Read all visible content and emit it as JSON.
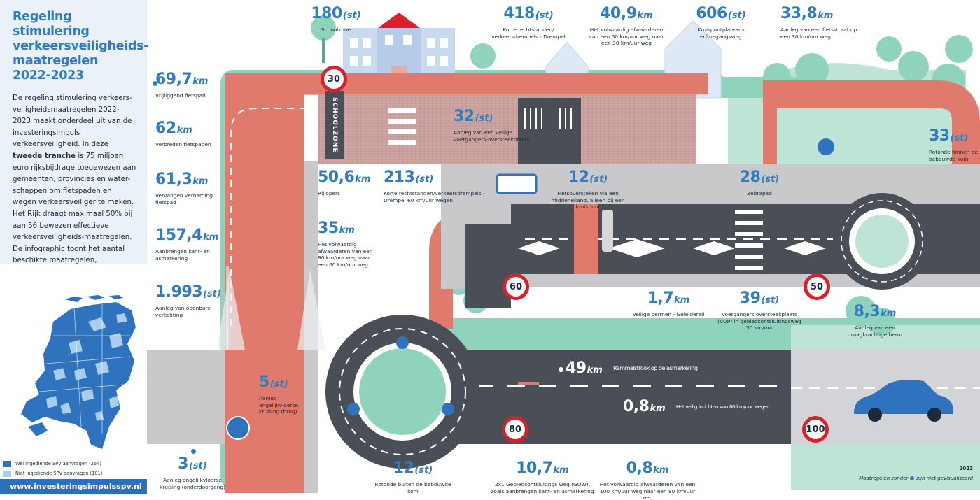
{
  "title_lines": [
    "Regeling stimulering",
    "verkeersveiligheids-",
    "maatregelen",
    "2022-2023"
  ],
  "intro": {
    "part1": "De regeling stimulering verkeers-veiligheidsmaatregelen 2022-2023 maakt onderdeel uit van de investeringsimpuls verkeersveiligheid. In deze ",
    "bold": "tweede tranche",
    "part2": " is 75 miljoen euro rijksbijdrage toegewezen aan gemeenten, provincies en water-schappen om fietspaden en wegen verkeersveiliger te maken. Het Rijk draagt maximaal 50% bij aan 56 bewezen effectieve verkeersveiligheids-maatregelen. De infographic toont het aantal beschikte maatregelen, aangevraagd onder deze regeling."
  },
  "legend": {
    "items": [
      {
        "label": "Wel ingediende SPV aanvragen (264)",
        "color": "#2f72bd"
      },
      {
        "label": "Niet ingediende SPV aanvragen (101)",
        "color": "#a9cdec"
      }
    ]
  },
  "website": "www.investeringsimpulsspv.nl",
  "schoolzone_label": "SCHOOLZONE",
  "signs": [
    "30",
    "60",
    "50",
    "80",
    "100"
  ],
  "footnote": {
    "year": "2023",
    "prefix": "Maatregelen zonder",
    "suffix": "zijn niet gevisualiseerd"
  },
  "colors": {
    "accent": "#2f7cc3",
    "road": "#4a4f57",
    "bikepath": "#e07a6c",
    "green": "#8fd3bd",
    "sign_red": "#d8222b"
  },
  "callouts": {
    "c1": {
      "value": "69,7",
      "unit": "km",
      "desc": "Vrijliggend fietspad"
    },
    "c2": {
      "value": "62",
      "unit": "km",
      "desc": "Verbreden fietspaden"
    },
    "c3": {
      "value": "61,3",
      "unit": "km",
      "desc": "Vervangen verharding fietspad"
    },
    "c4": {
      "value": "157,4",
      "unit": "km",
      "desc": "Aanbrengen kant- en asmarkering"
    },
    "c5": {
      "value": "1.993",
      "unit": "(st)",
      "desc": "Aanleg van openbare verlichting"
    },
    "c6": {
      "value": "3",
      "unit": "(st)",
      "desc": "Aanleg ongelijkvloerse kruising (onderdoorgang)"
    },
    "c7": {
      "value": "5",
      "unit": "(st)",
      "desc": "Aanleg ongelijkvloerse kruising (brug)"
    },
    "c8": {
      "value": "180",
      "unit": "(st)",
      "desc": "Schoolzone"
    },
    "c9": {
      "value": "418",
      "unit": "(st)",
      "desc": "Korte rechtstanden/ verkeersdrempels - Drempel"
    },
    "c10": {
      "value": "40,9",
      "unit": "km",
      "desc": "Het volwaardig afwaarderen van een 50 km/uur weg naar een 30 km/uur weg"
    },
    "c11": {
      "value": "606",
      "unit": "(st)",
      "desc": "Kruispuntplateaus erftoegangsweg"
    },
    "c12": {
      "value": "33,8",
      "unit": "km",
      "desc": "Aanleg van een fietsstraat op een 30 km/uur weg"
    },
    "c13": {
      "value": "32",
      "unit": "(st)",
      "desc": "Aanleg van een veilige voetgangers-oversteekplaats"
    },
    "c14": {
      "value": "33",
      "unit": "(st)",
      "desc": "Rotonde binnen de bebouwde kom"
    },
    "c15": {
      "value": "50,6",
      "unit": "km",
      "desc": "Rijlopers"
    },
    "c16": {
      "value": "213",
      "unit": "(st)",
      "desc": "Korte rechtstanden/verkeersdrempels - Drempel 60 km/uur wegen"
    },
    "c17": {
      "value": "12",
      "unit": "(st)",
      "desc": "Fietsoversteken via een middeneiland, alleen bij een kruispunt"
    },
    "c18": {
      "value": "28",
      "unit": "(st)",
      "desc": "Zebrapad"
    },
    "c19": {
      "value": "35",
      "unit": "km",
      "desc": "Het volwaardig afwaarderen van een 80 km/uur weg naar een 60 km/uur weg"
    },
    "c20": {
      "value": "1,7",
      "unit": "km",
      "desc": "Veilige bermen - Geleiderail"
    },
    "c21": {
      "value": "39",
      "unit": "(st)",
      "desc": "Voetgangers oversteekplaats (VOP) in gebiedsontsluitingsweg 50 km/uur"
    },
    "c22": {
      "value": "8,3",
      "unit": "km",
      "desc": "Aanleg van een draagkrachtige berm"
    },
    "c23": {
      "value": "49",
      "unit": "km",
      "desc": "Rammelstrook op de asmarkering"
    },
    "c24": {
      "value": "0,8",
      "unit": "km",
      "desc": "Het veilig inrichten van 80 km/uur wegen"
    },
    "c25": {
      "value": "12",
      "unit": "(st)",
      "desc": "Rotonde buiten de bebouwde kom"
    },
    "c26": {
      "value": "10,7",
      "unit": "km",
      "desc": "2x1 Gebiedsontsluitings weg (GOW), zoals aanbrengen kant- en asmarkering"
    },
    "c27": {
      "value": "0,8",
      "unit": "km",
      "desc": "Het volwaardig afwaarderen van een 100 km/uur weg naar een 80 km/uur weg"
    }
  }
}
